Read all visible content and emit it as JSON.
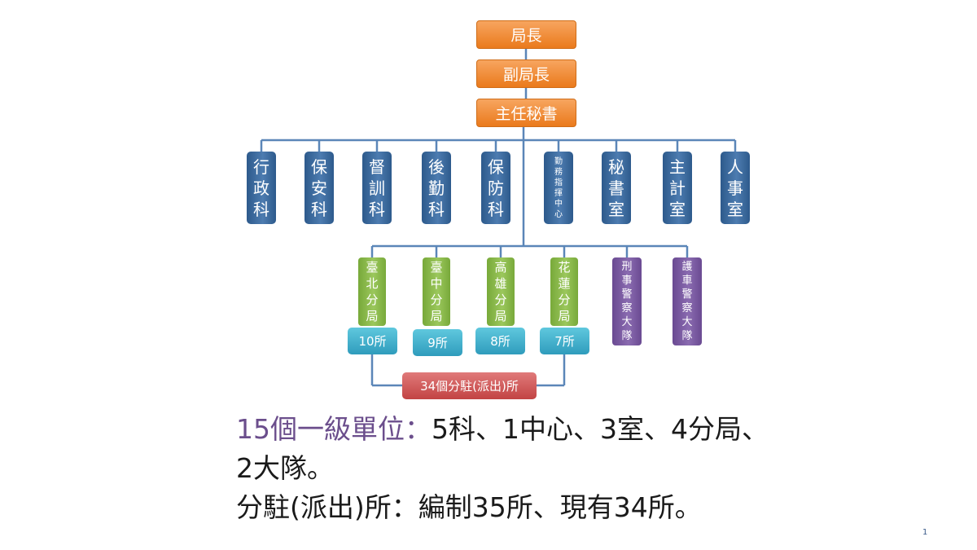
{
  "top_chain": [
    "局長",
    "副局長",
    "主任秘書"
  ],
  "sections": [
    "行政科",
    "保安科",
    "督訓科",
    "後勤科",
    "保防科",
    "勤務指揮中心",
    "秘書室",
    "主計室",
    "人事室"
  ],
  "branches": [
    {
      "name": "臺北分局",
      "stations": "10所"
    },
    {
      "name": "臺中分局",
      "stations": "9所"
    },
    {
      "name": "高雄分局",
      "stations": "8所"
    },
    {
      "name": "花蓮分局",
      "stations": "7所"
    }
  ],
  "brigades": [
    "刑事警察大隊",
    "護車警察大隊"
  ],
  "substation_total": "34個分駐(派出)所",
  "summary": {
    "line1_lead": "15個一級單位：",
    "line1_rest": "5科、1中心、3室、4分局、",
    "line2": "2大隊。",
    "line3": "分駐(派出)所：編制35所、現有34所。"
  },
  "page_number": "1",
  "colors": {
    "line": "#5b86b8",
    "orange": "#ea7a1c",
    "section_blue": "#3a6699",
    "branch_green": "#8bba4c",
    "brigade_purple": "#7a5ba0",
    "station_teal": "#3fb0cc",
    "total_red": "#cf5656",
    "summary_purple": "#6b4e8c"
  }
}
